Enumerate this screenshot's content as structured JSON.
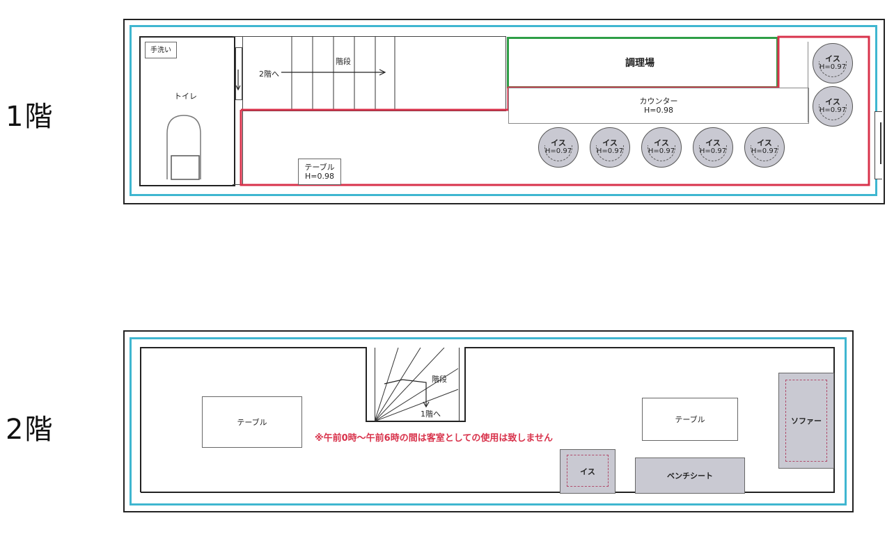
{
  "floors": {
    "floor1": {
      "label": "1階",
      "hand_wash": "手洗い",
      "toilet": "トイレ",
      "stairs": "階段",
      "to_floor2": "2階へ",
      "kitchen": "調理場",
      "counter": {
        "name": "カウンター",
        "height": "H=0.98"
      },
      "table": {
        "name": "テーブル",
        "height": "H=0.98"
      },
      "chairs": [
        {
          "name": "イス",
          "height": "H=0.97"
        },
        {
          "name": "イス",
          "height": "H=0.97"
        },
        {
          "name": "イス",
          "height": "H=0.97"
        },
        {
          "name": "イス",
          "height": "H=0.97"
        },
        {
          "name": "イス",
          "height": "H=0.97"
        },
        {
          "name": "イス",
          "height": "H=0.97"
        },
        {
          "name": "イス",
          "height": "H=0.97"
        }
      ]
    },
    "floor2": {
      "label": "2階",
      "stairs": "階段",
      "to_floor1": "1階へ",
      "table_left": "テーブル",
      "table_right": "テーブル",
      "sofa": "ソファー",
      "chair": "イス",
      "bench": "ベンチシート",
      "note": "※午前0時～午前6時の間は客室としての使用は致しません"
    }
  },
  "colors": {
    "outline_cyan": "#3fb6d0",
    "zone_red": "#d8324b",
    "kitchen_green": "#2e9e46",
    "furniture_gray": "#c9c9d2"
  }
}
